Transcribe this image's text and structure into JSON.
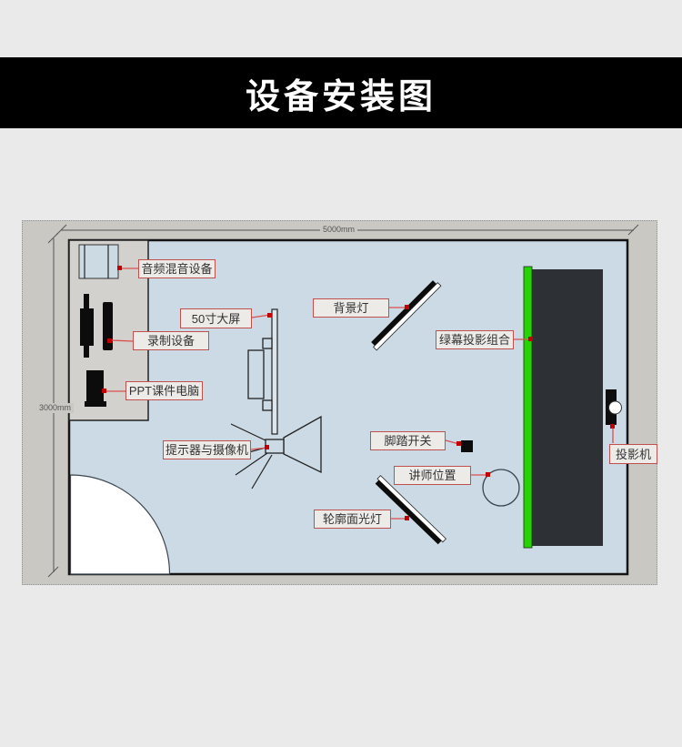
{
  "header": {
    "title": "设备安装图"
  },
  "diagram": {
    "dimensions": {
      "width_label": "5000mm",
      "height_label": "3000mm"
    },
    "labels": {
      "audio_mixer": "音频混音设备",
      "recording": "录制设备",
      "ppt_computer": "PPT课件电脑",
      "big_screen": "50寸大屏",
      "background_light": "背景灯",
      "green_screen_combo": "绿幕投影组合",
      "foot_switch": "脚踏开关",
      "lecturer_position": "讲师位置",
      "contour_light": "轮廓面光灯",
      "prompter_camera": "提示器与摄像机",
      "projector": "投影机"
    },
    "colors": {
      "diagram_bg": "#cac8c3",
      "room_fill": "#cbdae4",
      "desk_fill": "#d3d1cd",
      "green_screen": "#25d500",
      "screen_panel": "#2d3136",
      "label_border": "#c0504d",
      "label_fill": "#edebe8",
      "leader_line": "#d94f4f",
      "leader_dot": "#c00000"
    }
  }
}
